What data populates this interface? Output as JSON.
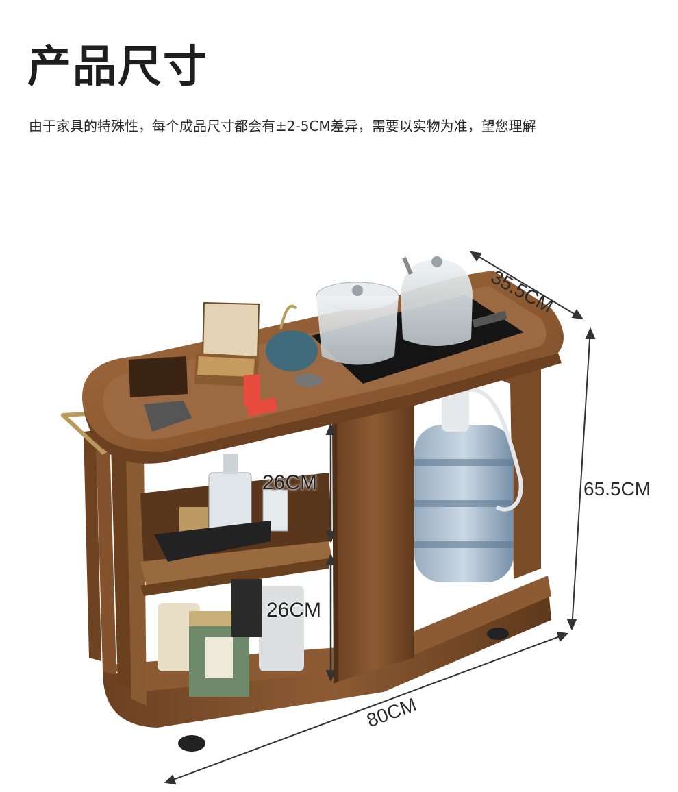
{
  "header": {
    "title": "产品尺寸",
    "subtitle": "由于家具的特殊性，每个成品尺寸都会有±2-5CM差异，需要以实物为准，望您理解"
  },
  "dimensions": {
    "depth": "35.5CM",
    "height": "65.5CM",
    "width": "80CM",
    "shelf_upper": "26CM",
    "shelf_lower": "26CM"
  },
  "colors": {
    "wood_light": "#8a5a34",
    "wood_dark": "#5e3a1f",
    "glass": "#cfd8de",
    "water": "#6f8ea8",
    "induction_top": "#141414",
    "arrow": "#333333"
  },
  "icons": [
    "kettle-icon",
    "water-bucket-icon",
    "cigar-box-icon",
    "tea-can-icon",
    "caster-wheel-icon"
  ]
}
